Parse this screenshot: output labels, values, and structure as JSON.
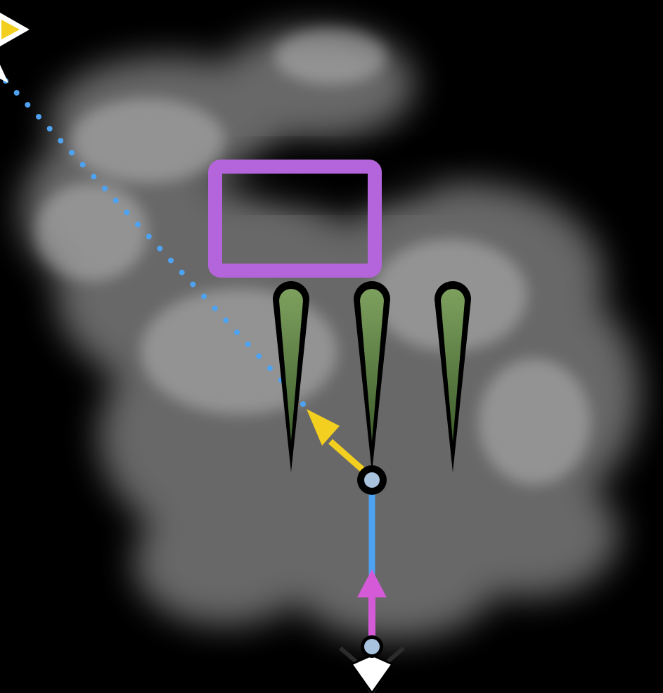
{
  "scene": {
    "subject": "bunny-smoke-volume",
    "background_color": "#000000",
    "smoke_color": "#d9d9d9"
  },
  "overlays": {
    "region_box": {
      "shape": "rounded-rectangle",
      "stroke_color": "#b565dc"
    },
    "probes": {
      "count": 3,
      "fill_color": "#5a7f45",
      "outline_color": "#000000"
    },
    "origin_point": {
      "fill_color": "#a9c3df",
      "outline_color": "#000000"
    },
    "dotted_ray": {
      "style": "dotted",
      "color": "#4da3f2"
    },
    "direction_arrow": {
      "color": "#f3cf1f"
    },
    "vertical_ray": {
      "color": "#4da3f2"
    },
    "up_arrow": {
      "color": "#d45ad8"
    },
    "bottom_endpoint": {
      "fill_color": "#a9c3df",
      "outline_color": "#000000"
    },
    "bottom_camera": {
      "fill_color": "#ffffff",
      "outline_color": "#000000"
    },
    "corner_camera": {
      "fill_color": "#f3cf1f",
      "outline_color": "#ffffff"
    }
  }
}
